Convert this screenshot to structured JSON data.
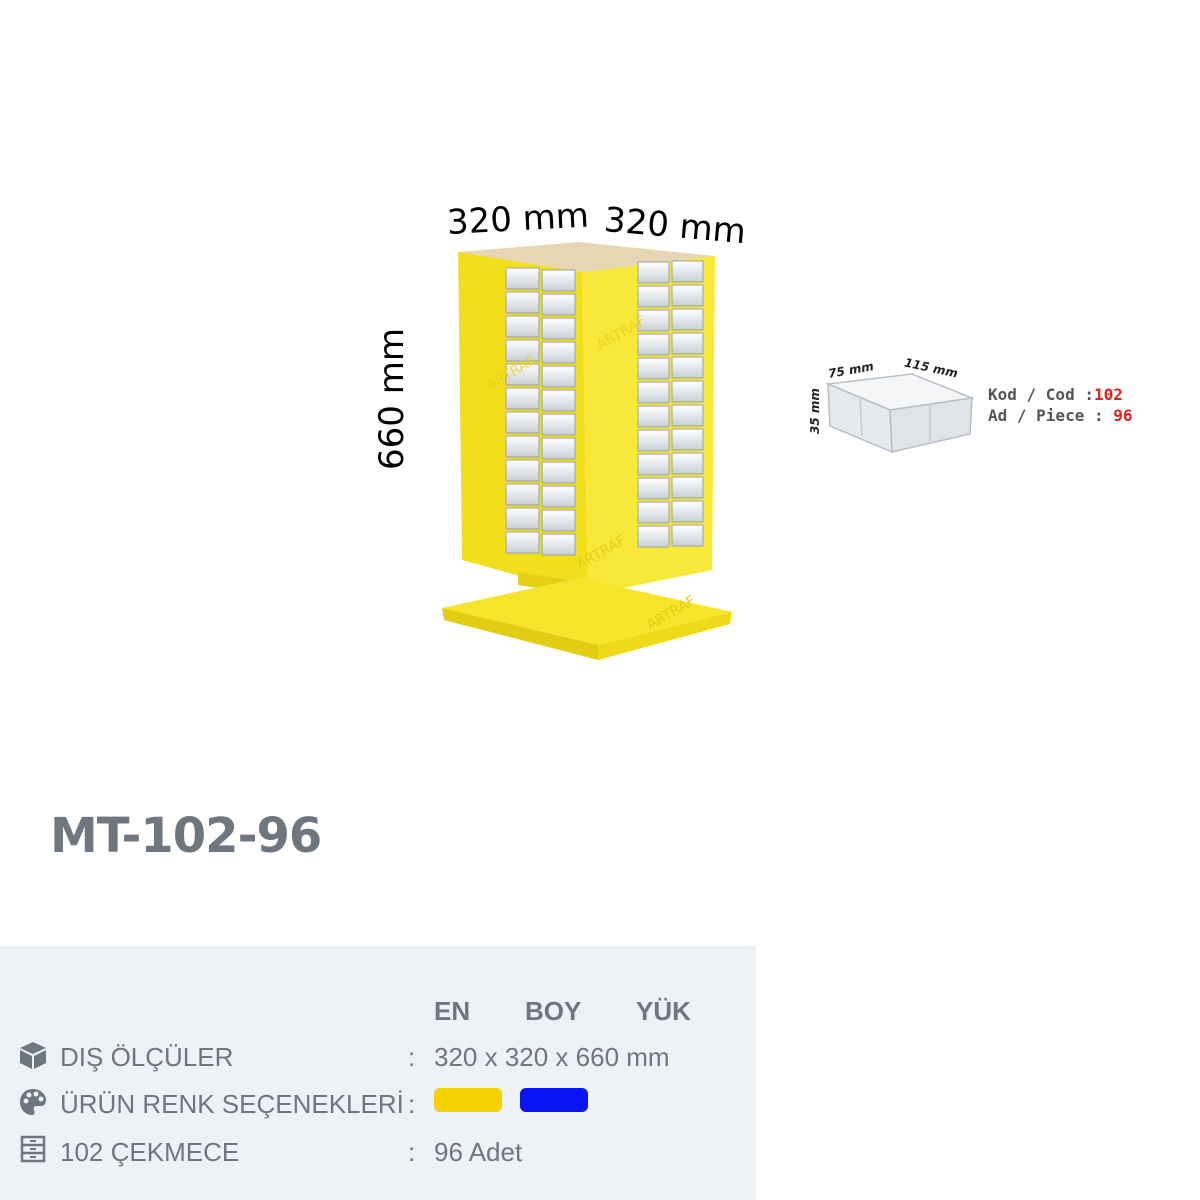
{
  "dimensions": {
    "width_a": "320 mm",
    "width_b": "320 mm",
    "height": "660 mm"
  },
  "watermark": "ARTRAF",
  "drawer": {
    "width": "75 mm",
    "depth": "115 mm",
    "height": "35 mm",
    "code_label": "Kod / Cod",
    "code_sep": ":",
    "code_value": "102",
    "piece_label": "Ad / Piece",
    "piece_sep": ":",
    "piece_value": "96"
  },
  "product": {
    "title": "MT-102-96"
  },
  "specs": {
    "columns": [
      "EN",
      "BOY",
      "YÜK"
    ],
    "rows": [
      {
        "icon": "box-icon",
        "label": "DIŞ ÖLÇÜLER",
        "colon": ":",
        "value": "320 x 320 x 660 mm"
      },
      {
        "icon": "palette-icon",
        "label": "ÜRÜN RENK SEÇENEKLERİ",
        "colon": ":",
        "value": ""
      },
      {
        "icon": "drawer-icon",
        "label": "102 ÇEKMECE",
        "colon": ":",
        "value": "96 Adet"
      }
    ],
    "color_options": [
      "#f6d100",
      "#0a14f0"
    ]
  },
  "colors": {
    "cabinet_yellow": "#f7e21e",
    "text_gray": "#6d7681",
    "panel_bg": "#eef2f6",
    "accent_red": "#e0201c"
  }
}
